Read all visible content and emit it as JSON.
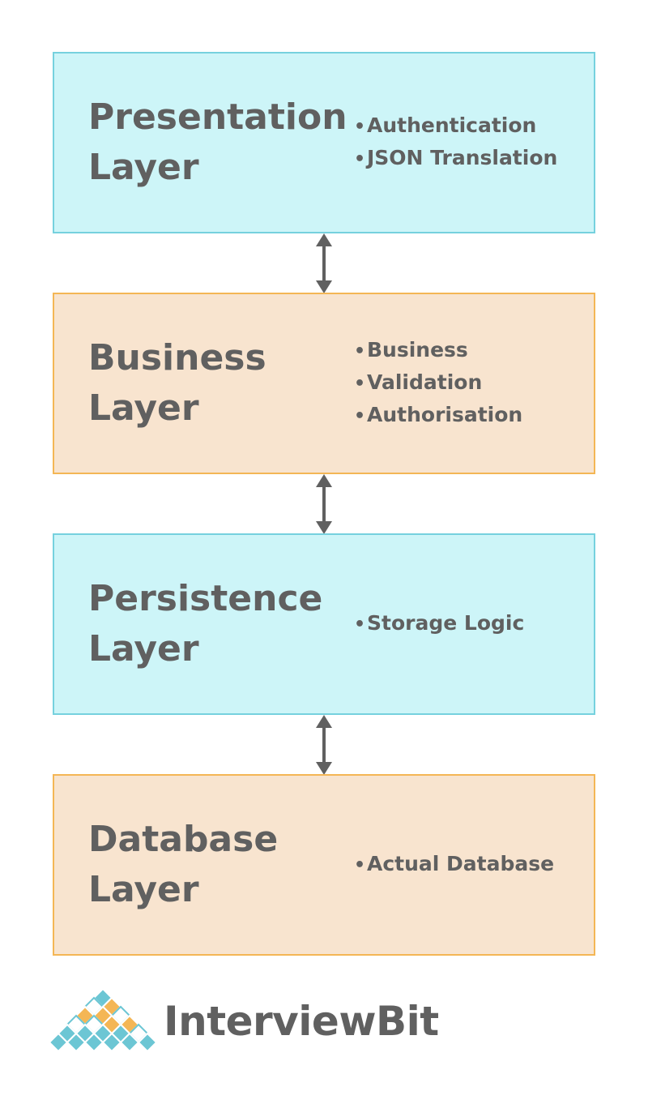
{
  "layers": [
    {
      "title_line1": "Presentation",
      "title_line2": "Layer",
      "bullets": [
        "Authentication",
        "JSON Translation"
      ],
      "color": "#cdf5f8",
      "border": "#76d1de"
    },
    {
      "title_line1": "Business",
      "title_line2": "Layer",
      "bullets": [
        "Business",
        "Validation",
        "Authorisation"
      ],
      "color": "#f8e4cf",
      "border": "#f4b655"
    },
    {
      "title_line1": "Persistence",
      "title_line2": "Layer",
      "bullets": [
        "Storage Logic"
      ],
      "color": "#cdf5f8",
      "border": "#76d1de"
    },
    {
      "title_line1": "Database",
      "title_line2": "Layer",
      "bullets": [
        "Actual Database"
      ],
      "color": "#f8e4cf",
      "border": "#f4b655"
    }
  ],
  "connector_icon": "double-headed-arrow-icon",
  "connector_color": "#606060",
  "logo": {
    "brand_text": "InterviewBit",
    "mark_icon": "interviewbit-diamond-logo-icon",
    "mark_colors": [
      "#6cc6d4",
      "#f4b655",
      "#ffffff"
    ]
  }
}
